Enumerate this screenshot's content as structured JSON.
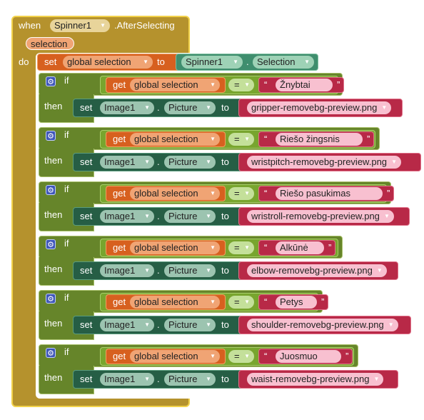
{
  "event": {
    "when": "when",
    "component": "Spinner1",
    "event_name": ".AfterSelecting",
    "param": "selection",
    "do": "do"
  },
  "set_global": {
    "set": "set",
    "var": "global selection",
    "to": "to",
    "component": "Spinner1",
    "prop": "Selection"
  },
  "kw": {
    "if": "if",
    "then": "then",
    "get": "get",
    "set": "set",
    "to": "to",
    "eq": "=",
    "dot": ".",
    "quote_l": "“",
    "quote_r": "”"
  },
  "conditions": [
    {
      "var": "global selection",
      "text": "Žnybtai",
      "image": "Image1",
      "prop": "Picture",
      "file": "gripper-removebg-preview.png"
    },
    {
      "var": "global selection",
      "text": "Riešo žingsnis",
      "image": "Image1",
      "prop": "Picture",
      "file": "wristpitch-removebg-preview.png"
    },
    {
      "var": "global selection",
      "text": "Riešo pasukimas",
      "image": "Image1",
      "prop": "Picture",
      "file": "wristroll-removebg-preview.png"
    },
    {
      "var": "global selection",
      "text": "Alkūnė",
      "image": "Image1",
      "prop": "Picture",
      "file": "elbow-removebg-preview.png"
    },
    {
      "var": "global selection",
      "text": "Petys",
      "image": "Image1",
      "prop": "Picture",
      "file": "shoulder-removebg-preview.png"
    },
    {
      "var": "global selection",
      "text": "Juosmuo",
      "image": "Image1",
      "prop": "Picture",
      "file": "waist-removebg-preview.png"
    }
  ],
  "colors": {
    "event": "#b5922d",
    "variable": "#d7601f",
    "component": "#3f8e6e",
    "control": "#66852a",
    "logic": "#78a52e",
    "setter": "#265e45",
    "text": "#b82947",
    "mutator": "#3f57b8"
  }
}
